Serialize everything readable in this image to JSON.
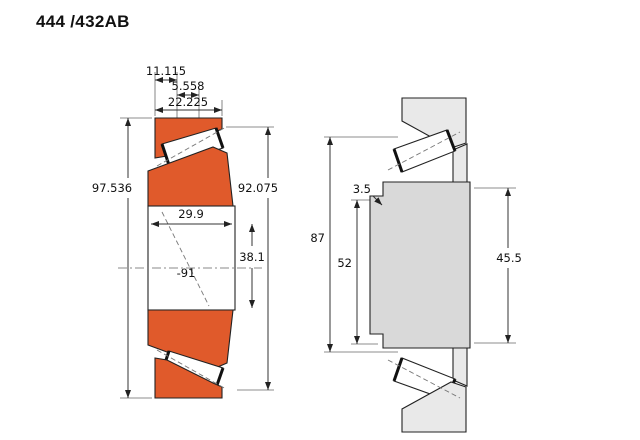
{
  "title": "444 /432AB",
  "colors": {
    "cone_fill": "#e05a2b",
    "steel_fill": "#d9d9d9",
    "steel_light": "#e9e9e9"
  },
  "left_view": {
    "dims": {
      "top_outer": "11.115",
      "top_mid": "5.558",
      "top_inner": "22.225",
      "overall_height": "97.536",
      "cup_height": "92.075",
      "bore_width": "29.9",
      "inner_height": "38.1",
      "ref_mark": "-91"
    }
  },
  "right_view": {
    "dims": {
      "rib_width": "3.5",
      "outer_height": "87",
      "inner_height": "52",
      "section_width": "45.5"
    }
  }
}
